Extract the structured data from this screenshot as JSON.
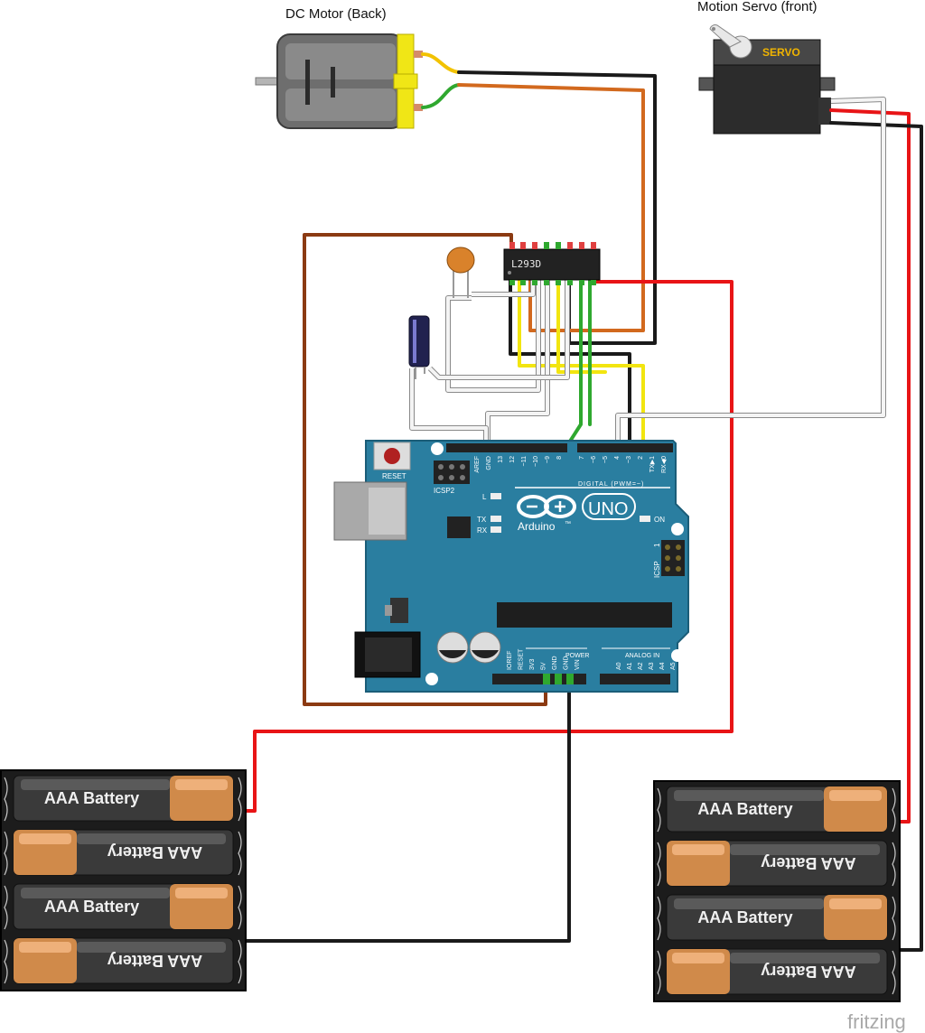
{
  "labels": {
    "dc_motor": "DC Motor (Back)",
    "servo": "Motion Servo (front)",
    "servo_brand": "SERVO",
    "chip": "L293D",
    "arduino_brand": "Arduino",
    "arduino_tm": "™",
    "arduino_model": "UNO",
    "reset": "RESET",
    "icsp2": "ICSP2",
    "icsp": "ICSP",
    "icsp_pin1": "1",
    "led_l": "L",
    "led_tx": "TX",
    "led_rx": "RX",
    "led_on": "ON",
    "digital_header": "DIGITAL (PWM=~)",
    "power_header": "POWER",
    "analog_header": "ANALOG IN",
    "watermark": "fritzing"
  },
  "top_pins_left": [
    "AREF",
    "GND",
    "13",
    "12",
    "~11",
    "~10",
    "~9",
    "8"
  ],
  "top_pins_right": [
    "7",
    "~6",
    "~5",
    "4",
    "~3",
    "2",
    "TX▶1",
    "RX◀0"
  ],
  "power_pins": [
    "IOREF",
    "RESET",
    "3V3",
    "5V",
    "GND",
    "GND",
    "VIN"
  ],
  "analog_pins": [
    "A0",
    "A1",
    "A2",
    "A3",
    "A4",
    "A5"
  ],
  "battery_label": "AAA Battery",
  "battery_packs": [
    {
      "name": "left-battery-pack",
      "cells": 4
    },
    {
      "name": "right-battery-pack",
      "cells": 4
    }
  ],
  "colors": {
    "arduino_board": "#2a7ea0",
    "wire_red": "#e81416",
    "wire_black": "#1a1a1a",
    "wire_brown": "#8b3a12",
    "wire_orange": "#d2691e",
    "wire_yellow": "#f2e510",
    "wire_green": "#2fa82f",
    "wire_white": "#f4f4f4",
    "motor_end_cap": "#f0e616",
    "battery_gold": "#d08a4a"
  }
}
